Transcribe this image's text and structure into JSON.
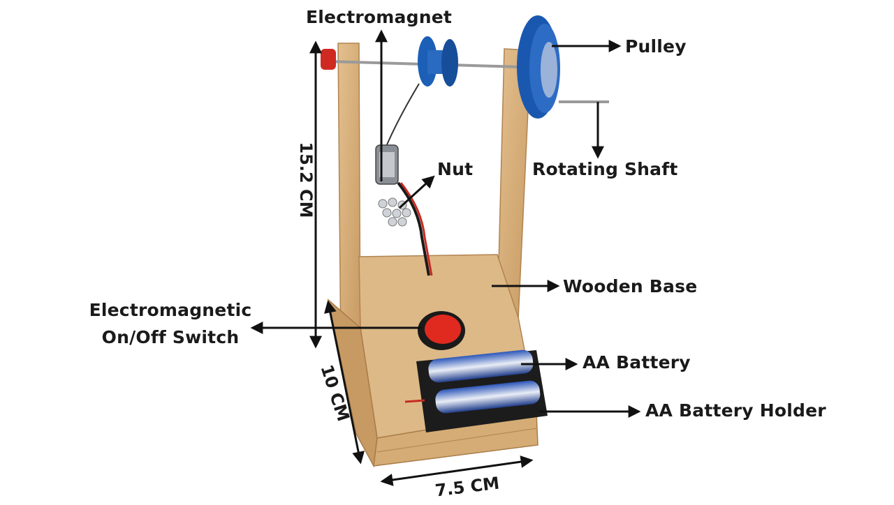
{
  "labels": {
    "electromagnet": "Electromagnet",
    "pulley": "Pulley",
    "nut": "Nut",
    "rotating_shaft": "Rotating Shaft",
    "wooden_base": "Wooden Base",
    "switch_line1": "Electromagnetic",
    "switch_line2": "On/Off Switch",
    "aa_battery": "AA Battery",
    "aa_battery_holder": "AA Battery Holder"
  },
  "dimensions": {
    "height": "15.2 CM",
    "depth": "10 CM",
    "width": "7.5 CM"
  },
  "colors": {
    "wood": "#d9b27c",
    "wood_dark": "#b98d55",
    "blue": "#1f63b8",
    "red_switch": "#d8231c",
    "battery_blue": "#1f3f95",
    "holder": "#1b1b1b"
  }
}
